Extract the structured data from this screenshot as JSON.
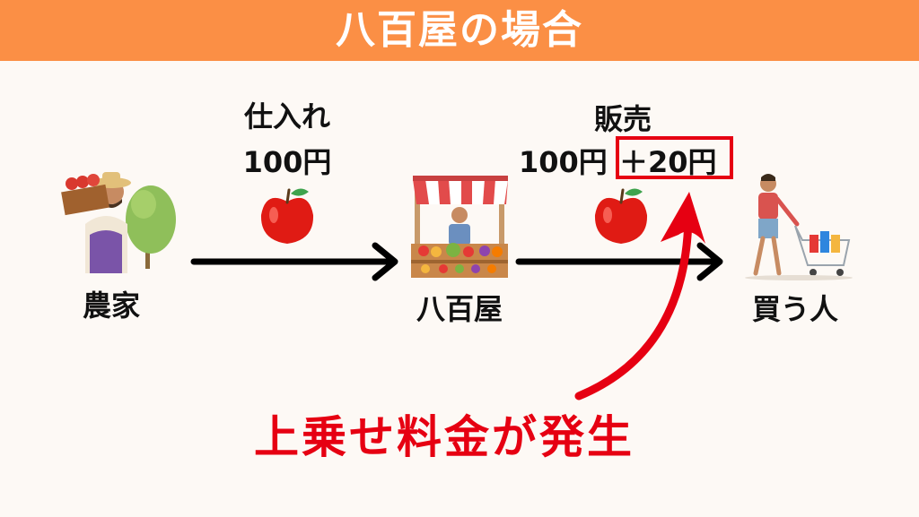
{
  "header": {
    "title": "八百屋の場合"
  },
  "farmer": {
    "label": "農家"
  },
  "shop": {
    "label": "八百屋"
  },
  "buyer": {
    "label": "買う人"
  },
  "purchase": {
    "label": "仕入れ",
    "price": "100円"
  },
  "sale": {
    "label": "販売",
    "base_price": "100円",
    "markup": "＋20円"
  },
  "annotation": {
    "text": "上乗せ料金が発生"
  },
  "colors": {
    "header_bg": "#fb8f45",
    "background": "#fdf9f5",
    "accent_red": "#e60012",
    "arrow": "#000000"
  },
  "icons": {
    "farmer": "farmer-with-crate-icon",
    "shop": "market-stall-icon",
    "buyer": "shopper-with-cart-icon",
    "apple": "apple-icon"
  }
}
